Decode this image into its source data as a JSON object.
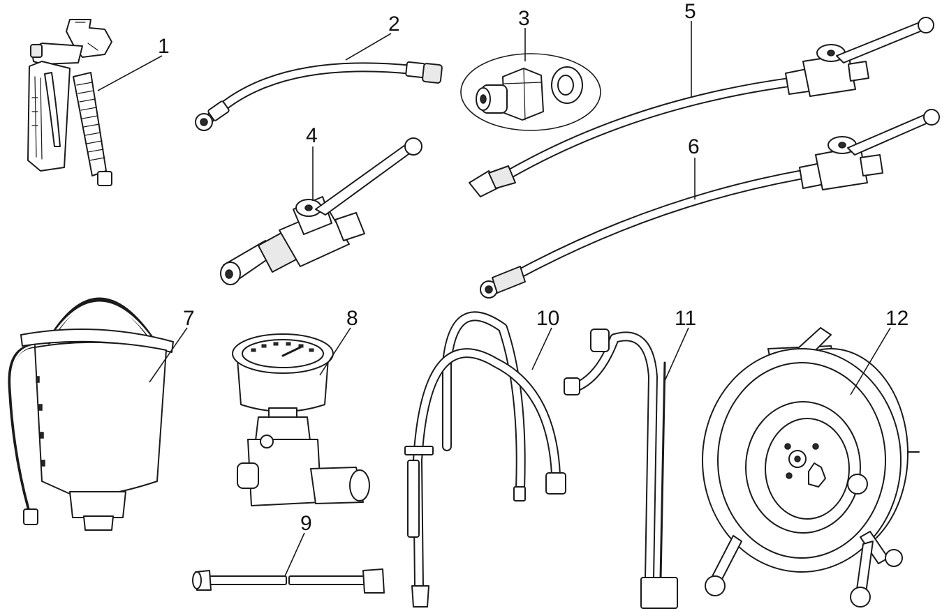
{
  "diagram": {
    "parts": [
      {
        "id": "gun",
        "label": "1"
      },
      {
        "id": "short-hose",
        "label": "2"
      },
      {
        "id": "fitting-kit",
        "label": "3"
      },
      {
        "id": "ball-valve",
        "label": "4"
      },
      {
        "id": "hose-with-valve-a",
        "label": "5"
      },
      {
        "id": "hose-with-valve-b",
        "label": "6"
      },
      {
        "id": "cup-bucket",
        "label": "7"
      },
      {
        "id": "pressure-gauge",
        "label": "8"
      },
      {
        "id": "connecting-tube",
        "label": "9"
      },
      {
        "id": "suction-tubes",
        "label": "10"
      },
      {
        "id": "bent-pipe",
        "label": "11"
      },
      {
        "id": "hose-reel",
        "label": "12"
      }
    ]
  }
}
